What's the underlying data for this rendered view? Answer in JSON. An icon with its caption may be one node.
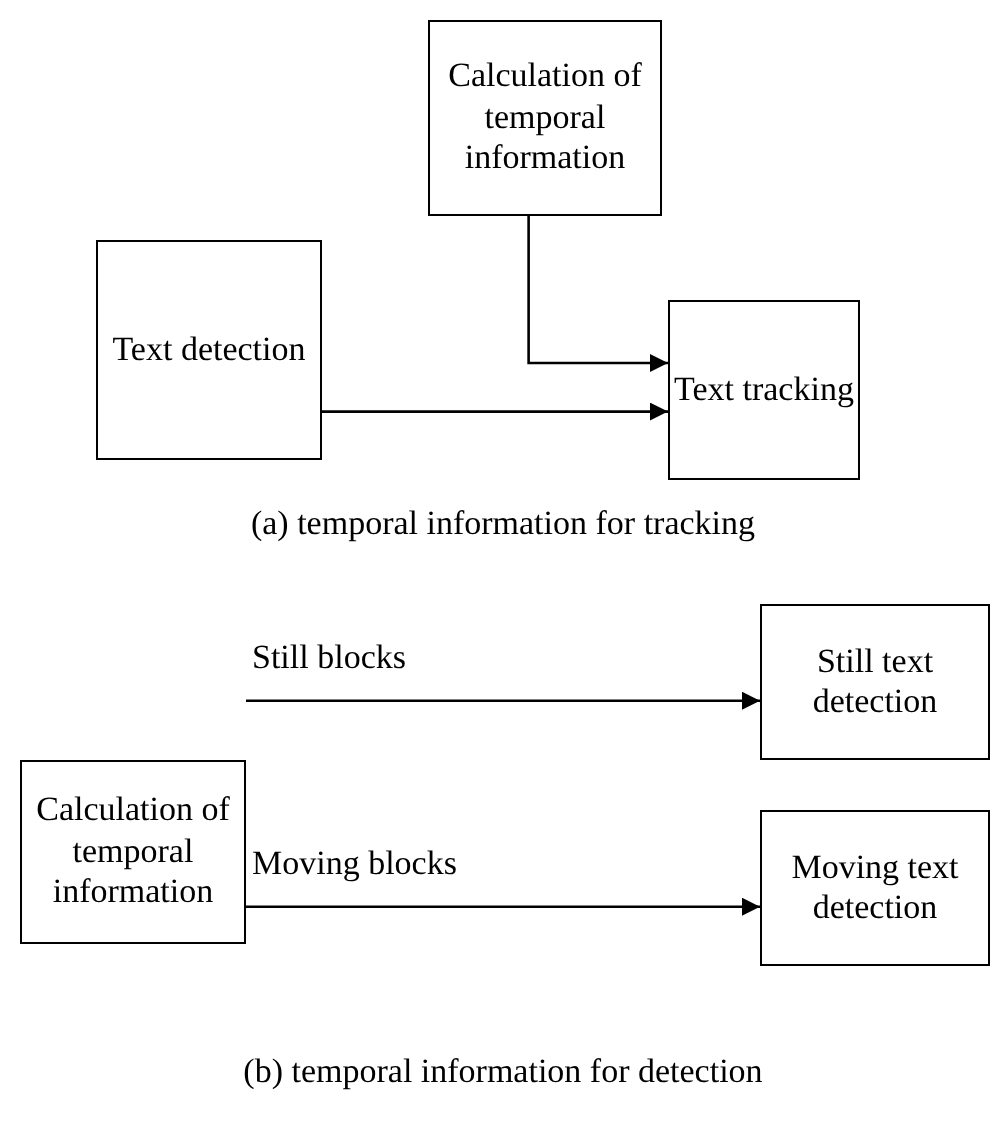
{
  "diagram": {
    "nodes": [
      {
        "text": [
          "Calculation of temporal information"
        ]
      },
      {
        "text": [
          "Text detection"
        ]
      },
      {
        "text": [
          "Text tracking"
        ]
      },
      {
        "text": [
          "Calculation of temporal information"
        ]
      },
      {
        "text": [
          "Still text detection"
        ]
      },
      {
        "text": [
          "Moving text detection"
        ]
      }
    ],
    "edges": [
      {
        "from": 0,
        "to": 2,
        "arrow": "to"
      },
      {
        "from": 1,
        "to": 2,
        "arrow": "to"
      },
      {
        "from": 3,
        "to": 4,
        "arrow": "to",
        "label": "Still blocks"
      },
      {
        "from": 3,
        "to": 5,
        "arrow": "to",
        "label": "Moving blocks"
      }
    ],
    "labels": [
      "(a) temporal information for tracking",
      "(b) temporal information for detection"
    ]
  }
}
